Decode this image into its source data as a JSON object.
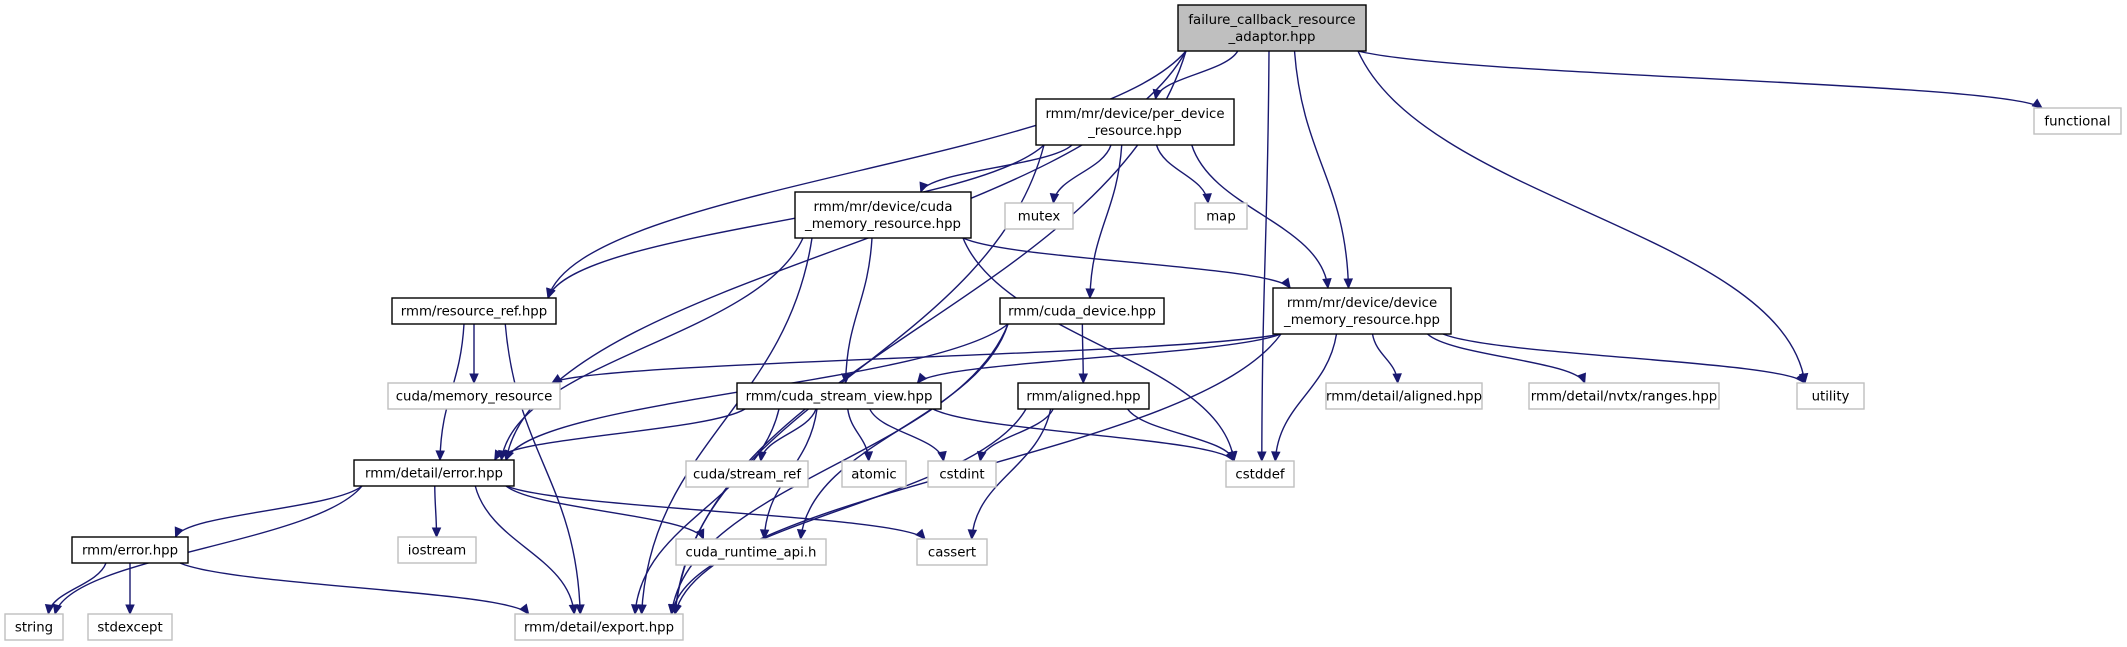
{
  "graph": {
    "edge_color": "#191970",
    "root_fill": "#bfbfbf",
    "local_border": "#000000",
    "external_border": "#bfbfbf",
    "nodes": [
      {
        "id": "root",
        "kind": "root",
        "lines": [
          "failure_callback_resource",
          "_adaptor.hpp"
        ]
      },
      {
        "id": "per_device",
        "kind": "local",
        "lines": [
          "rmm/mr/device/per_device",
          "_resource.hpp"
        ]
      },
      {
        "id": "functional",
        "kind": "external",
        "lines": [
          "functional"
        ]
      },
      {
        "id": "cuda_mr",
        "kind": "local",
        "lines": [
          "rmm/mr/device/cuda",
          "_memory_resource.hpp"
        ]
      },
      {
        "id": "mutex",
        "kind": "external",
        "lines": [
          "mutex"
        ]
      },
      {
        "id": "map",
        "kind": "external",
        "lines": [
          "map"
        ]
      },
      {
        "id": "res_ref",
        "kind": "local",
        "lines": [
          "rmm/resource_ref.hpp"
        ]
      },
      {
        "id": "cuda_dev",
        "kind": "local",
        "lines": [
          "rmm/cuda_device.hpp"
        ]
      },
      {
        "id": "dev_mr",
        "kind": "local",
        "lines": [
          "rmm/mr/device/device",
          "_memory_resource.hpp"
        ]
      },
      {
        "id": "cuda_memres",
        "kind": "external",
        "lines": [
          "cuda/memory_resource"
        ]
      },
      {
        "id": "stream_view",
        "kind": "local",
        "lines": [
          "rmm/cuda_stream_view.hpp"
        ]
      },
      {
        "id": "aligned",
        "kind": "local",
        "lines": [
          "rmm/aligned.hpp"
        ]
      },
      {
        "id": "det_aligned",
        "kind": "external",
        "lines": [
          "rmm/detail/aligned.hpp"
        ]
      },
      {
        "id": "nvtx",
        "kind": "external",
        "lines": [
          "rmm/detail/nvtx/ranges.hpp"
        ]
      },
      {
        "id": "utility",
        "kind": "external",
        "lines": [
          "utility"
        ]
      },
      {
        "id": "det_error",
        "kind": "local",
        "lines": [
          "rmm/detail/error.hpp"
        ]
      },
      {
        "id": "stream_ref",
        "kind": "external",
        "lines": [
          "cuda/stream_ref"
        ]
      },
      {
        "id": "atomic",
        "kind": "external",
        "lines": [
          "atomic"
        ]
      },
      {
        "id": "cstdint",
        "kind": "external",
        "lines": [
          "cstdint"
        ]
      },
      {
        "id": "cstddef",
        "kind": "external",
        "lines": [
          "cstddef"
        ]
      },
      {
        "id": "iostream",
        "kind": "external",
        "lines": [
          "iostream"
        ]
      },
      {
        "id": "rmm_error",
        "kind": "local",
        "lines": [
          "rmm/error.hpp"
        ]
      },
      {
        "id": "runtime_api",
        "kind": "external",
        "lines": [
          "cuda_runtime_api.h"
        ]
      },
      {
        "id": "cassert",
        "kind": "external",
        "lines": [
          "cassert"
        ]
      },
      {
        "id": "string",
        "kind": "external",
        "lines": [
          "string"
        ]
      },
      {
        "id": "stdexcept",
        "kind": "external",
        "lines": [
          "stdexcept"
        ]
      },
      {
        "id": "export",
        "kind": "external",
        "lines": [
          "rmm/detail/export.hpp"
        ]
      }
    ],
    "edges": [
      [
        "root",
        "per_device"
      ],
      [
        "root",
        "functional"
      ],
      [
        "root",
        "res_ref"
      ],
      [
        "root",
        "dev_mr"
      ],
      [
        "root",
        "utility"
      ],
      [
        "root",
        "det_error"
      ],
      [
        "root",
        "cstddef"
      ],
      [
        "root",
        "export"
      ],
      [
        "per_device",
        "cuda_mr"
      ],
      [
        "per_device",
        "mutex"
      ],
      [
        "per_device",
        "map"
      ],
      [
        "per_device",
        "res_ref"
      ],
      [
        "per_device",
        "cuda_dev"
      ],
      [
        "per_device",
        "dev_mr"
      ],
      [
        "per_device",
        "export"
      ],
      [
        "cuda_mr",
        "dev_mr"
      ],
      [
        "cuda_mr",
        "stream_view"
      ],
      [
        "cuda_mr",
        "det_error"
      ],
      [
        "cuda_mr",
        "cstddef"
      ],
      [
        "cuda_mr",
        "export"
      ],
      [
        "res_ref",
        "cuda_memres"
      ],
      [
        "res_ref",
        "det_error"
      ],
      [
        "res_ref",
        "export"
      ],
      [
        "cuda_dev",
        "aligned"
      ],
      [
        "cuda_dev",
        "det_error"
      ],
      [
        "cuda_dev",
        "runtime_api"
      ],
      [
        "cuda_dev",
        "export"
      ],
      [
        "dev_mr",
        "cuda_memres"
      ],
      [
        "dev_mr",
        "stream_view"
      ],
      [
        "dev_mr",
        "det_aligned"
      ],
      [
        "dev_mr",
        "nvtx"
      ],
      [
        "dev_mr",
        "utility"
      ],
      [
        "dev_mr",
        "cstddef"
      ],
      [
        "dev_mr",
        "export"
      ],
      [
        "stream_view",
        "det_error"
      ],
      [
        "stream_view",
        "stream_ref"
      ],
      [
        "stream_view",
        "atomic"
      ],
      [
        "stream_view",
        "cstdint"
      ],
      [
        "stream_view",
        "cstddef"
      ],
      [
        "stream_view",
        "runtime_api"
      ],
      [
        "stream_view",
        "export"
      ],
      [
        "aligned",
        "cstdint"
      ],
      [
        "aligned",
        "cstddef"
      ],
      [
        "aligned",
        "cassert"
      ],
      [
        "aligned",
        "export"
      ],
      [
        "det_error",
        "rmm_error"
      ],
      [
        "det_error",
        "iostream"
      ],
      [
        "det_error",
        "runtime_api"
      ],
      [
        "det_error",
        "cassert"
      ],
      [
        "det_error",
        "string"
      ],
      [
        "det_error",
        "export"
      ],
      [
        "rmm_error",
        "string"
      ],
      [
        "rmm_error",
        "stdexcept"
      ],
      [
        "rmm_error",
        "export"
      ]
    ]
  }
}
